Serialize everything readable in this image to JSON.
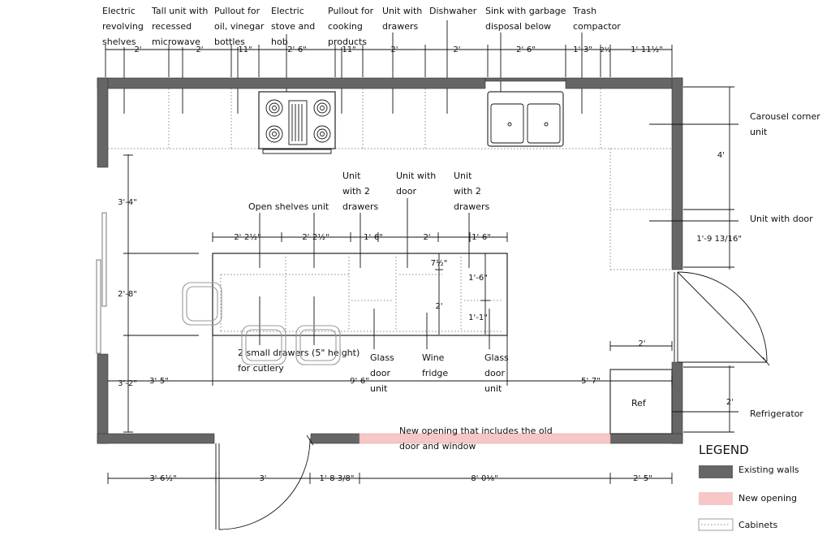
{
  "colors": {
    "existing_wall": "#666666",
    "new_opening": "#f7c6c6",
    "line": "#111111",
    "cabinet_dots": "#888888"
  },
  "top_labels": [
    [
      "Electric",
      "revolving",
      "shelves"
    ],
    [
      "Tall unit with",
      "recessed",
      "microwave"
    ],
    [
      "Pullout for",
      "oil, vinegar",
      "bottles"
    ],
    [
      "Electric",
      "stove and",
      "hob"
    ],
    [
      "Pullout for",
      "cooking",
      "products"
    ],
    [
      "Unit with",
      "drawers"
    ],
    [
      "Dishwaher"
    ],
    [
      "Sink with garbage",
      "disposal below"
    ],
    [
      "Trash",
      "compactor"
    ]
  ],
  "top_dims": [
    "2'",
    "2'",
    "11\"",
    "2'-6\"",
    "11\"",
    "2'",
    "2'",
    "2'-6\"",
    "1'-3\"",
    "2½",
    "1'-11½\""
  ],
  "right_labels": {
    "carousel": [
      "Carousel corner",
      "unit"
    ],
    "unit_with_door": "Unit with door",
    "refrigerator": "Refrigerator"
  },
  "right_dims": {
    "carousel": "4'",
    "unit_door": "1'-9 13/16\"",
    "ref_width": "2'",
    "ref_depth": "2'"
  },
  "left_dims": {
    "a": "3'-4\"",
    "b": "2'-8\"",
    "c": "3'-2\""
  },
  "island": {
    "labels": {
      "open_shelves": "Open shelves unit",
      "two_drawers_a": [
        "Unit",
        "with 2",
        "drawers"
      ],
      "with_door": [
        "Unit with",
        "door"
      ],
      "two_drawers_b": [
        "Unit",
        "with 2",
        "drawers"
      ],
      "small_drawers": [
        "2 small drawers (5\" height)",
        "for cutlery"
      ],
      "glass_a": [
        "Glass",
        "door",
        "unit"
      ],
      "wine": [
        "Wine",
        "fridge"
      ],
      "glass_b": [
        "Glass",
        "door",
        "unit"
      ]
    },
    "dims": {
      "seg1": "2'-2½\"",
      "seg2": "2'-2½\"",
      "seg3": "1'-6\"",
      "seg4": "2'",
      "seg5": "1'-6\"",
      "depth_a": "7½\"",
      "depth_b": "2'",
      "depth_c": "1'-6\"",
      "depth_d": "1'-1\""
    }
  },
  "mid_dims": {
    "a": "3'-5\"",
    "b": "9'-6\"",
    "c": "5'-7\""
  },
  "ref_label": "Ref",
  "opening_label": [
    "New opening that includes the old",
    "door and window"
  ],
  "bottom_dims": [
    "3'-6½\"",
    "3'",
    "1'-8 3/8\"",
    "8'-0⅛\"",
    "2'-5\""
  ],
  "legend": {
    "title": "LEGEND",
    "existing": "Existing walls",
    "new_opening": "New opening",
    "cabinets": "Cabinets"
  }
}
